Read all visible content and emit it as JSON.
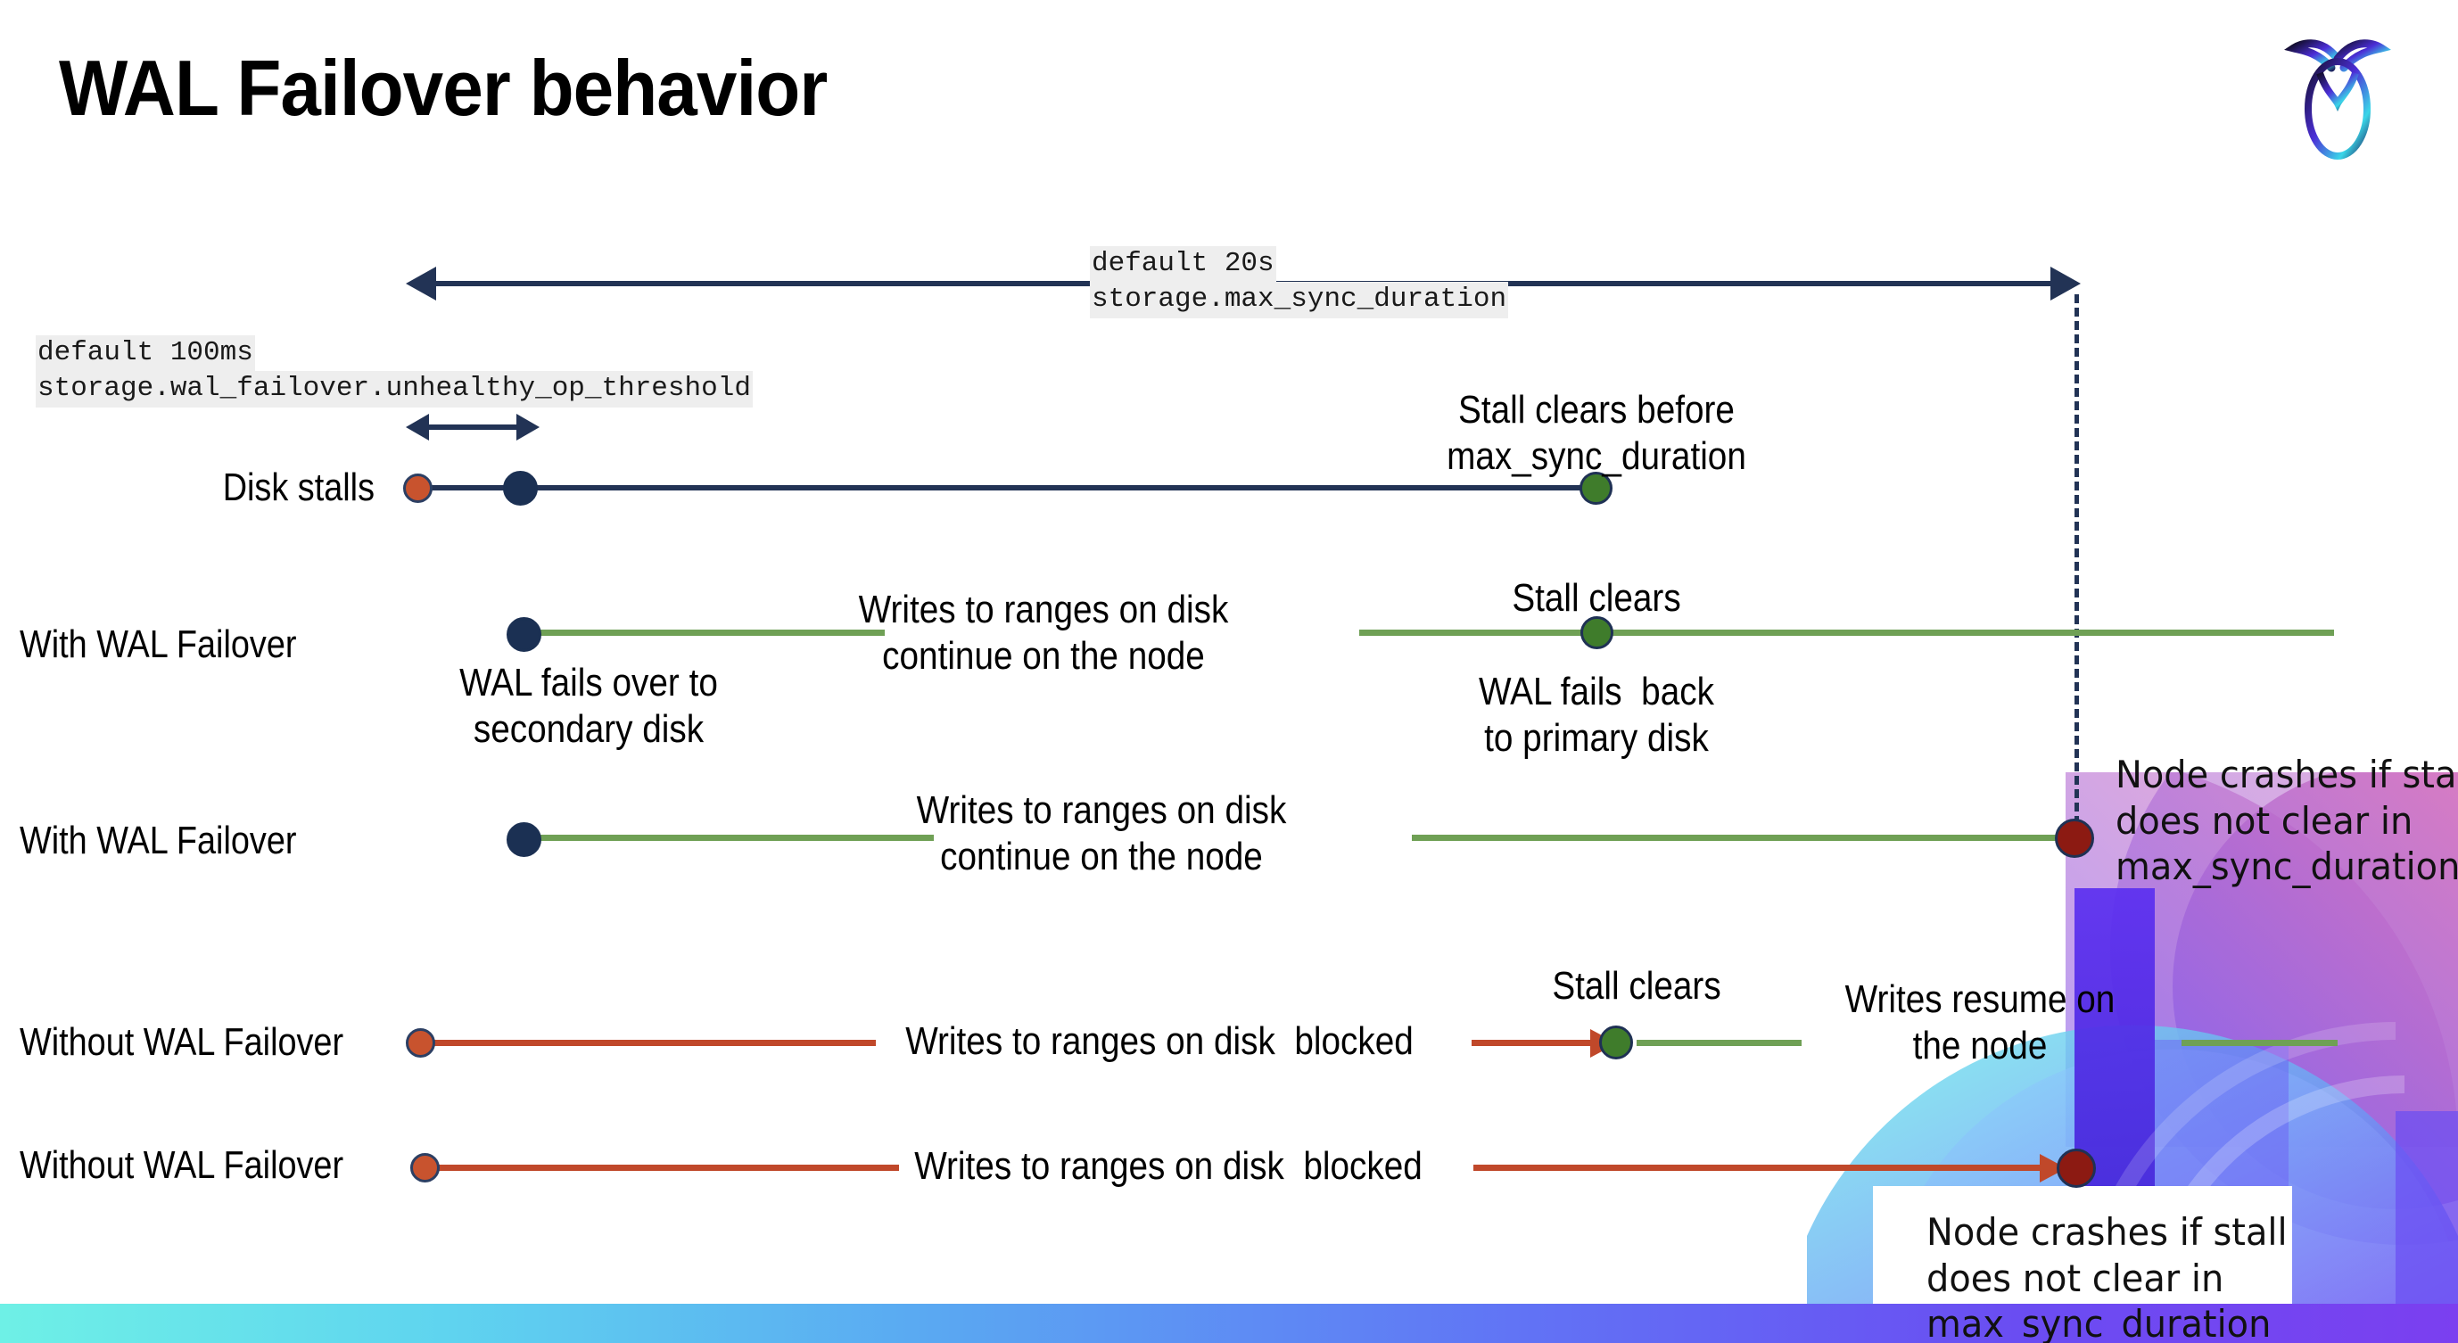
{
  "slide": {
    "title": "WAL Failover behavior",
    "logo_name": "cockroachdb-logo"
  },
  "params": {
    "max_sync": {
      "default": "default 20s",
      "setting": "storage.max_sync_duration"
    },
    "unhealthy": {
      "default": "default 100ms",
      "setting": "storage.wal_failover.unhealthy_op_threshold"
    }
  },
  "rows": [
    {
      "label": "Disk stalls",
      "annotations": [
        "Stall clears before\nmax_sync_duration"
      ]
    },
    {
      "label": "With WAL Failover",
      "annotations": [
        "WAL fails over to\nsecondary disk",
        "Writes to ranges on disk\ncontinue on the node",
        "Stall clears",
        "WAL fails  back\nto primary disk"
      ]
    },
    {
      "label": "With WAL Failover",
      "annotations": [
        "Writes to ranges on disk\ncontinue on the node",
        "Node crashes if stall\ndoes not clear in\nmax_sync_duration"
      ]
    },
    {
      "label": "Without WAL Failover",
      "annotations": [
        "Writes to ranges on disk  blocked",
        "Stall clears",
        "Writes resume on\nthe node"
      ]
    },
    {
      "label": "Without WAL Failover",
      "annotations": [
        "Writes to ranges on disk  blocked",
        "Node crashes if stall\ndoes not clear in\nmax_sync_duration"
      ]
    }
  ],
  "colors": {
    "navy": "#223355",
    "green_line": "#6fa055",
    "red_line": "#c0482a",
    "green_dot": "#3f7c2b",
    "red_dot": "#8c1a12",
    "orange_dot": "#c8532e",
    "navy_dot": "#1b3053",
    "code_bg": "#eeeeee"
  }
}
